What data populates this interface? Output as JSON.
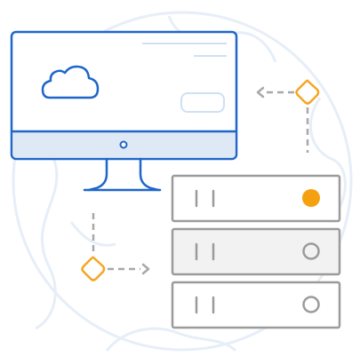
{
  "colors": {
    "background": "#ffffff",
    "globe_line": "#e6eef8",
    "monitor_stroke": "#1f66c9",
    "monitor_screen_fill": "#ffffff",
    "monitor_chin_fill": "#dfe9f5",
    "screen_lines": "#cfe0f3",
    "server_stroke": "#9b9b9b",
    "server_fill": "#ffffff",
    "server_highlight_fill": "#f2f2f2",
    "connector_stroke": "#a8a8a8",
    "diamond_stroke": "#f5a623",
    "status_active": "#f5a00f"
  },
  "icons": [
    "globe-background-icon",
    "desktop-monitor-icon",
    "cloud-icon",
    "server-rack-icon",
    "connector-node-icon",
    "arrow-left-icon",
    "arrow-right-icon"
  ],
  "servers": [
    {
      "id": "server-1",
      "highlighted": false,
      "status": "active"
    },
    {
      "id": "server-2",
      "highlighted": true,
      "status": "inactive"
    },
    {
      "id": "server-3",
      "highlighted": false,
      "status": "inactive"
    }
  ]
}
